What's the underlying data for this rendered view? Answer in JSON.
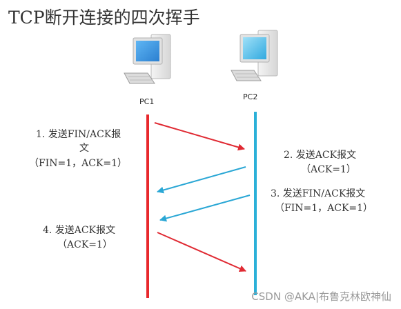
{
  "title": "TCP断开连接的四次挥手",
  "nodes": [
    {
      "label": "PC1",
      "screen_color": "#3d9be8"
    },
    {
      "label": "PC2",
      "screen_color": "#3bb6e6"
    }
  ],
  "colors": {
    "pc1_line": "#e8282c",
    "pc2_line": "#2bb0d8",
    "arrow_red": "#e02a33",
    "arrow_blue": "#2aa7d5"
  },
  "messages": [
    {
      "step": "1. 发送FIN/ACK报",
      "step2": "文",
      "detail": "（FIN=1，ACK=1）",
      "from": "PC1",
      "to": "PC2"
    },
    {
      "step": "2. 发送ACK报文",
      "detail": "（ACK=1）",
      "from": "PC2",
      "to": "PC1"
    },
    {
      "step": "3. 发送FIN/ACK报文",
      "detail": "（FIN=1，ACK=1）",
      "from": "PC2",
      "to": "PC1"
    },
    {
      "step": "4. 发送ACK报文",
      "detail": "（ACK=1）",
      "from": "PC1",
      "to": "PC2"
    }
  ],
  "watermark": "CSDN @AKA|布鲁克林欧神仙"
}
